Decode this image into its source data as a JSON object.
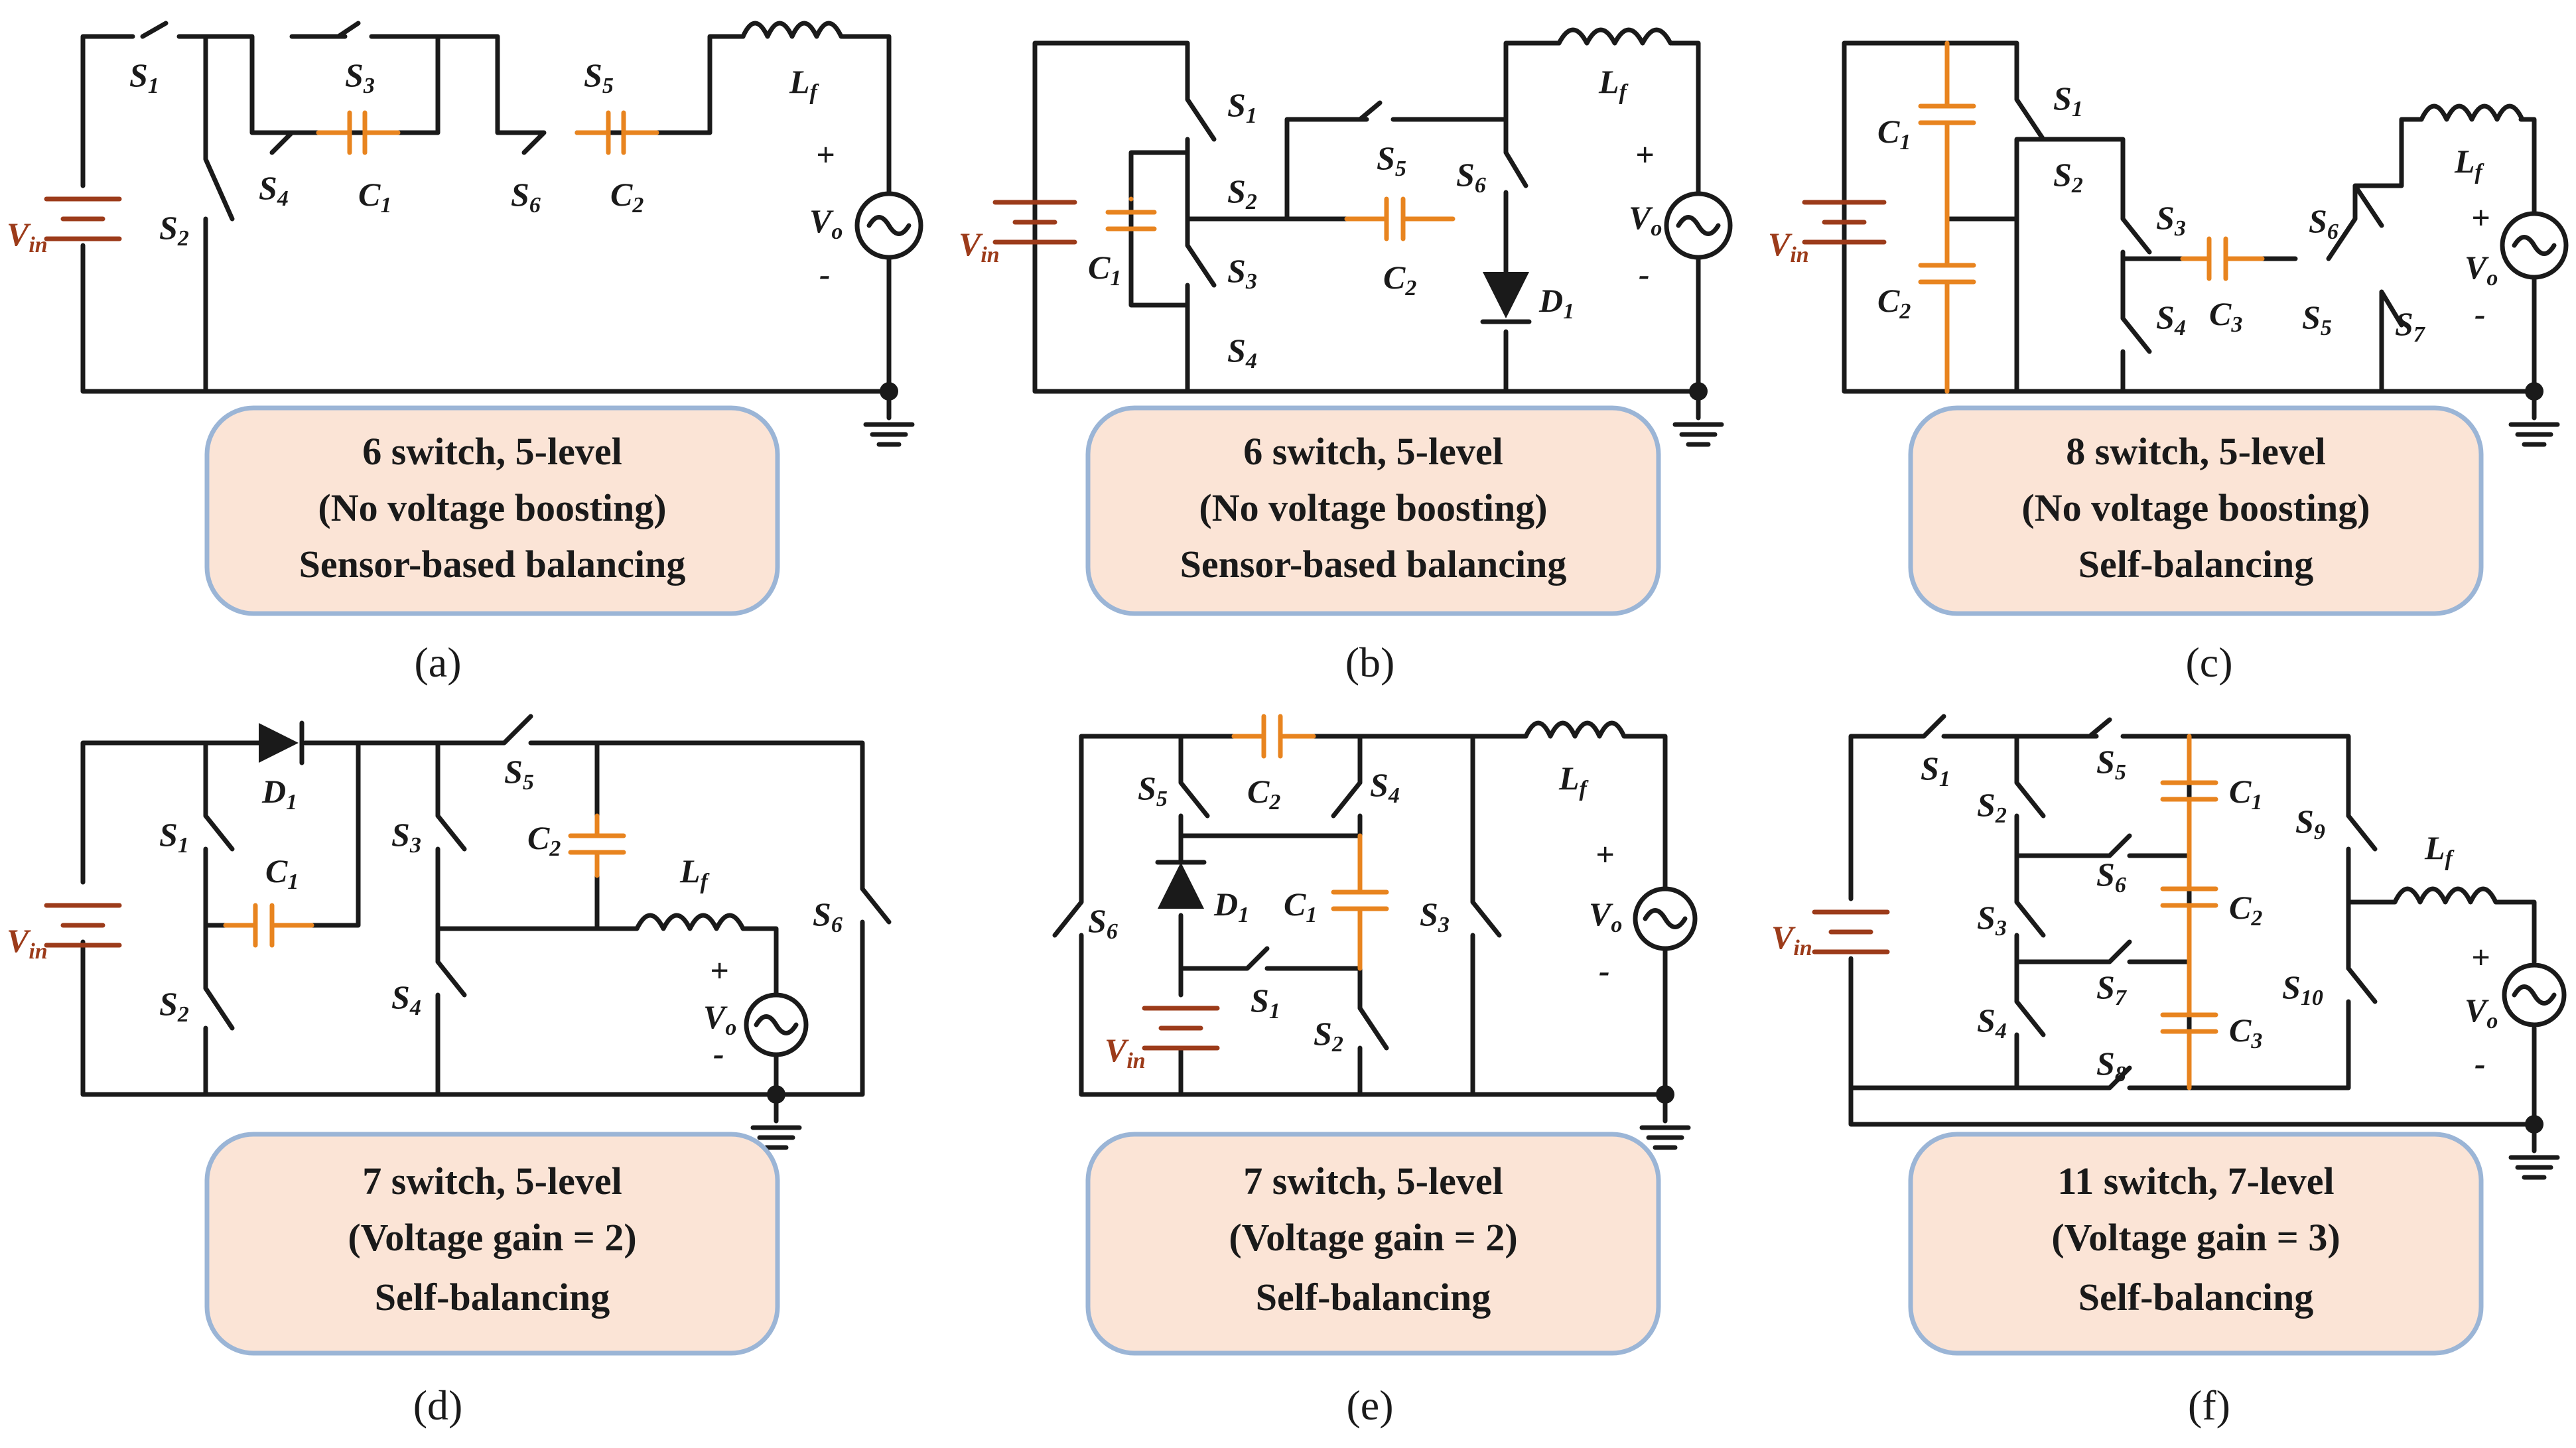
{
  "colors": {
    "wire": "#1a1a1a",
    "capacitor": "#e8841f",
    "battery": "#9c3b1a",
    "box_fill": "#fbe4d6",
    "box_border": "#9bb5d6",
    "sensor_text": "#b5651d",
    "self_balancing_text": "#5a7a2e",
    "gain_text": "#2f6d82"
  },
  "panels": [
    {
      "id": "a",
      "caption": "(a)",
      "line1": "6 switch, 5-level",
      "line2": "(No voltage boosting)",
      "line3": "Sensor-based balancing",
      "line2_color": "#1a1a1a",
      "line3_color": "#b5651d",
      "labels": [
        {
          "t": "S1"
        },
        {
          "t": "S2"
        },
        {
          "t": "S3"
        },
        {
          "t": "S4"
        },
        {
          "t": "S5"
        },
        {
          "t": "S6"
        },
        {
          "t": "C1"
        },
        {
          "t": "C2"
        },
        {
          "t": "Lf"
        },
        {
          "t": "Vin"
        },
        {
          "t": "Vo"
        },
        {
          "t": "+"
        },
        {
          "t": "-"
        }
      ]
    },
    {
      "id": "b",
      "caption": "(b)",
      "line1": "6 switch, 5-level",
      "line2": "(No voltage boosting)",
      "line3": "Sensor-based balancing",
      "line2_color": "#1a1a1a",
      "line3_color": "#b5651d",
      "labels": [
        {
          "t": "S1"
        },
        {
          "t": "S2"
        },
        {
          "t": "S3"
        },
        {
          "t": "S4"
        },
        {
          "t": "S5"
        },
        {
          "t": "S6"
        },
        {
          "t": "C1"
        },
        {
          "t": "C2"
        },
        {
          "t": "D1"
        },
        {
          "t": "Lf"
        },
        {
          "t": "Vin"
        },
        {
          "t": "Vo"
        },
        {
          "t": "+"
        },
        {
          "t": "-"
        }
      ]
    },
    {
      "id": "c",
      "caption": "(c)",
      "line1": "8 switch, 5-level",
      "line2": "(No voltage boosting)",
      "line3": "Self-balancing",
      "line2_color": "#1a1a1a",
      "line3_color": "#5a7a2e",
      "labels": [
        {
          "t": "S1"
        },
        {
          "t": "S2"
        },
        {
          "t": "S3"
        },
        {
          "t": "S4"
        },
        {
          "t": "S5"
        },
        {
          "t": "S6"
        },
        {
          "t": "S7"
        },
        {
          "t": "C1"
        },
        {
          "t": "C2"
        },
        {
          "t": "C3"
        },
        {
          "t": "Lf"
        },
        {
          "t": "Vin"
        },
        {
          "t": "Vo"
        },
        {
          "t": "+"
        },
        {
          "t": "-"
        }
      ]
    },
    {
      "id": "d",
      "caption": "(d)",
      "line1": "7 switch, 5-level",
      "line2": "(Voltage gain = 2)",
      "line3": "Self-balancing",
      "line2_color": "#2f6d82",
      "line3_color": "#5a7a2e",
      "labels": [
        {
          "t": "D1"
        },
        {
          "t": "S1"
        },
        {
          "t": "S2"
        },
        {
          "t": "S3"
        },
        {
          "t": "S4"
        },
        {
          "t": "S5"
        },
        {
          "t": "S6"
        },
        {
          "t": "C1"
        },
        {
          "t": "C2"
        },
        {
          "t": "Lf"
        },
        {
          "t": "Vin"
        },
        {
          "t": "Vo"
        },
        {
          "t": "+"
        },
        {
          "t": "-"
        }
      ]
    },
    {
      "id": "e",
      "caption": "(e)",
      "line1": "7 switch, 5-level",
      "line2": "(Voltage gain = 2)",
      "line3": "Self-balancing",
      "line2_color": "#2f6d82",
      "line3_color": "#5a7a2e",
      "labels": [
        {
          "t": "S5"
        },
        {
          "t": "C2"
        },
        {
          "t": "S4"
        },
        {
          "t": "S6"
        },
        {
          "t": "D1"
        },
        {
          "t": "C1"
        },
        {
          "t": "S3"
        },
        {
          "t": "S1"
        },
        {
          "t": "S2"
        },
        {
          "t": "Vin"
        },
        {
          "t": "Lf"
        },
        {
          "t": "Vo"
        },
        {
          "t": "+"
        },
        {
          "t": "-"
        }
      ]
    },
    {
      "id": "f",
      "caption": "(f)",
      "line1": "11 switch, 7-level",
      "line2": "(Voltage gain = 3)",
      "line3": "Self-balancing",
      "line2_color": "#2f6d82",
      "line3_color": "#5a7a2e",
      "labels": [
        {
          "t": "S1"
        },
        {
          "t": "S2"
        },
        {
          "t": "S3"
        },
        {
          "t": "S4"
        },
        {
          "t": "S5"
        },
        {
          "t": "S6"
        },
        {
          "t": "S7"
        },
        {
          "t": "S8"
        },
        {
          "t": "S9"
        },
        {
          "t": "S10"
        },
        {
          "t": "C1"
        },
        {
          "t": "C2"
        },
        {
          "t": "C3"
        },
        {
          "t": "Lf"
        },
        {
          "t": "Vin"
        },
        {
          "t": "Vo"
        },
        {
          "t": "+"
        },
        {
          "t": "-"
        }
      ]
    }
  ]
}
